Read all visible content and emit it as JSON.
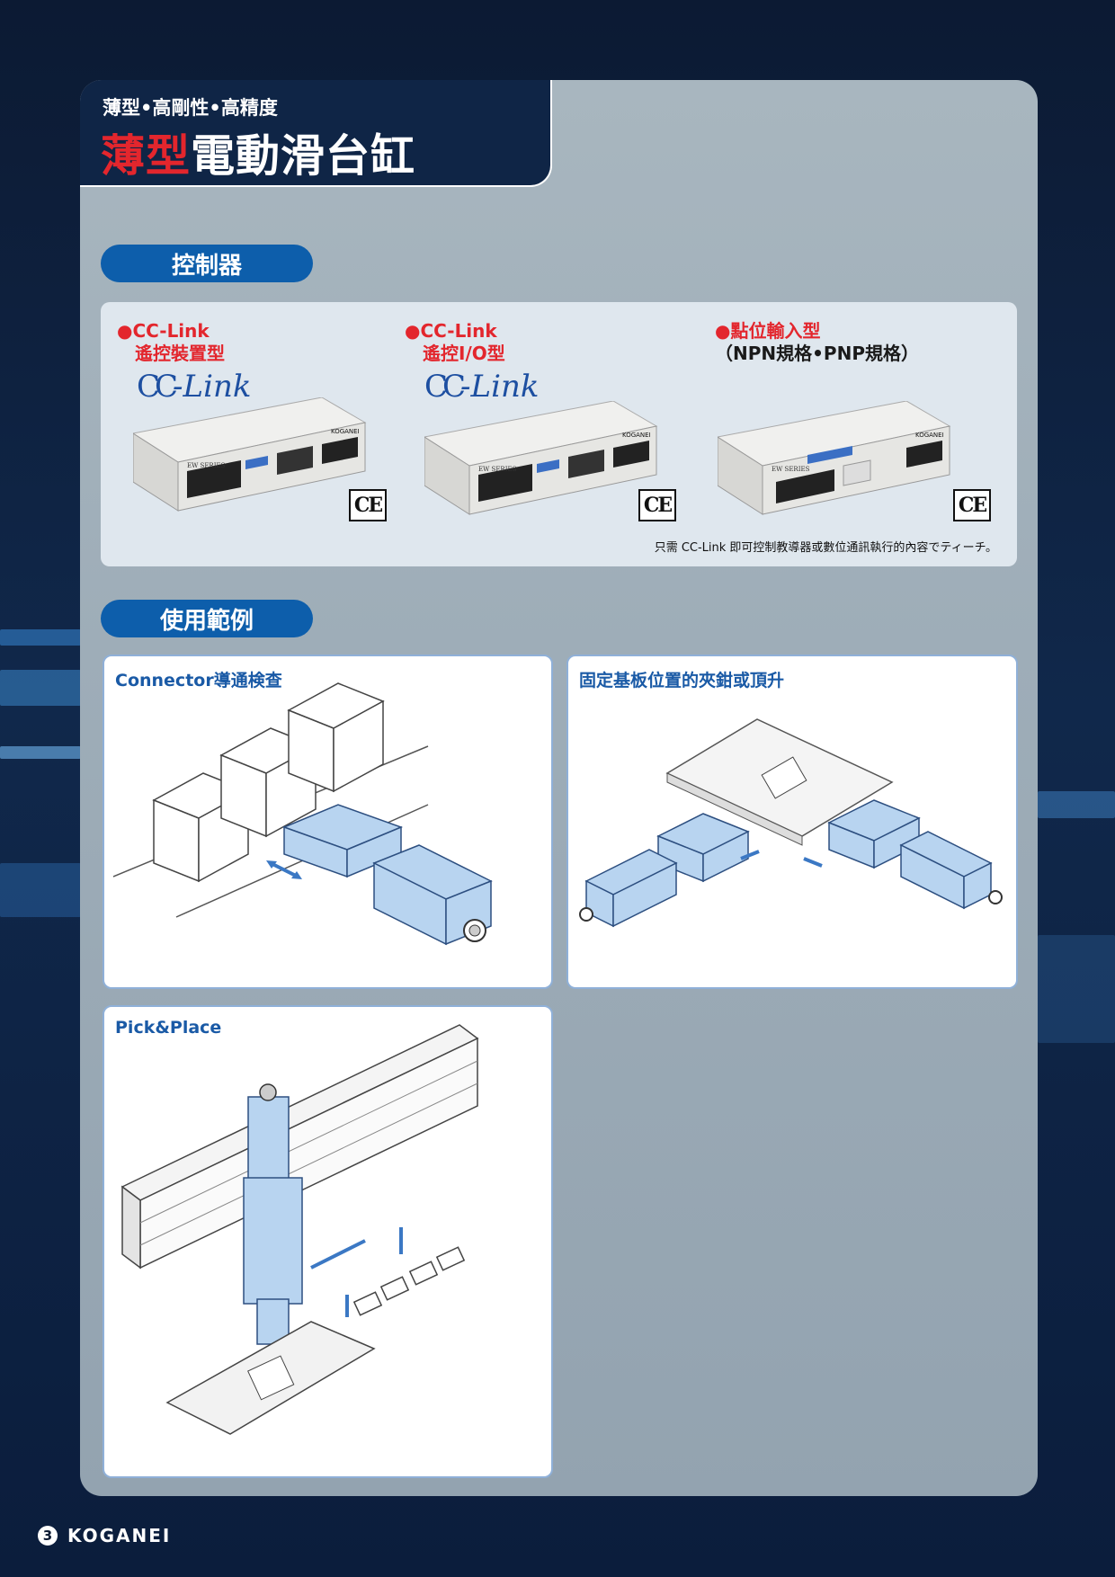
{
  "header": {
    "subtitle": "薄型•高剛性•高精度",
    "title_highlight": "薄型",
    "title_rest": "電動滑台缸"
  },
  "sections": {
    "controller": "控制器",
    "usage": "使用範例"
  },
  "controllers": [
    {
      "line1": "●CC-Link",
      "line2": "遙控裝置型",
      "logo": "CC-Link",
      "ce": "CE"
    },
    {
      "line1": "●CC-Link",
      "line2": "遙控I/O型",
      "logo": "CC-Link",
      "ce": "CE"
    },
    {
      "line1": "●點位輸入型",
      "line2": "（NPN規格•PNP規格）",
      "ce": "CE"
    }
  ],
  "controller_note": "只需 CC-Link 即可控制教導器或數位通訊執行的內容でティーチ。",
  "examples": [
    {
      "title": "Connector導通検查"
    },
    {
      "title": "固定基板位置的夾鉗或頂升"
    },
    {
      "title": "Pick&Place"
    }
  ],
  "device_brand": "KOGANEI",
  "device_series": "EW SERIES",
  "footer": {
    "page": "3",
    "logo": "KOGANEI"
  },
  "colors": {
    "accent_red": "#e3262d",
    "pill_blue": "#0d5eab",
    "title_navy": "#0f2546",
    "title_blue": "#1a5aa6"
  }
}
